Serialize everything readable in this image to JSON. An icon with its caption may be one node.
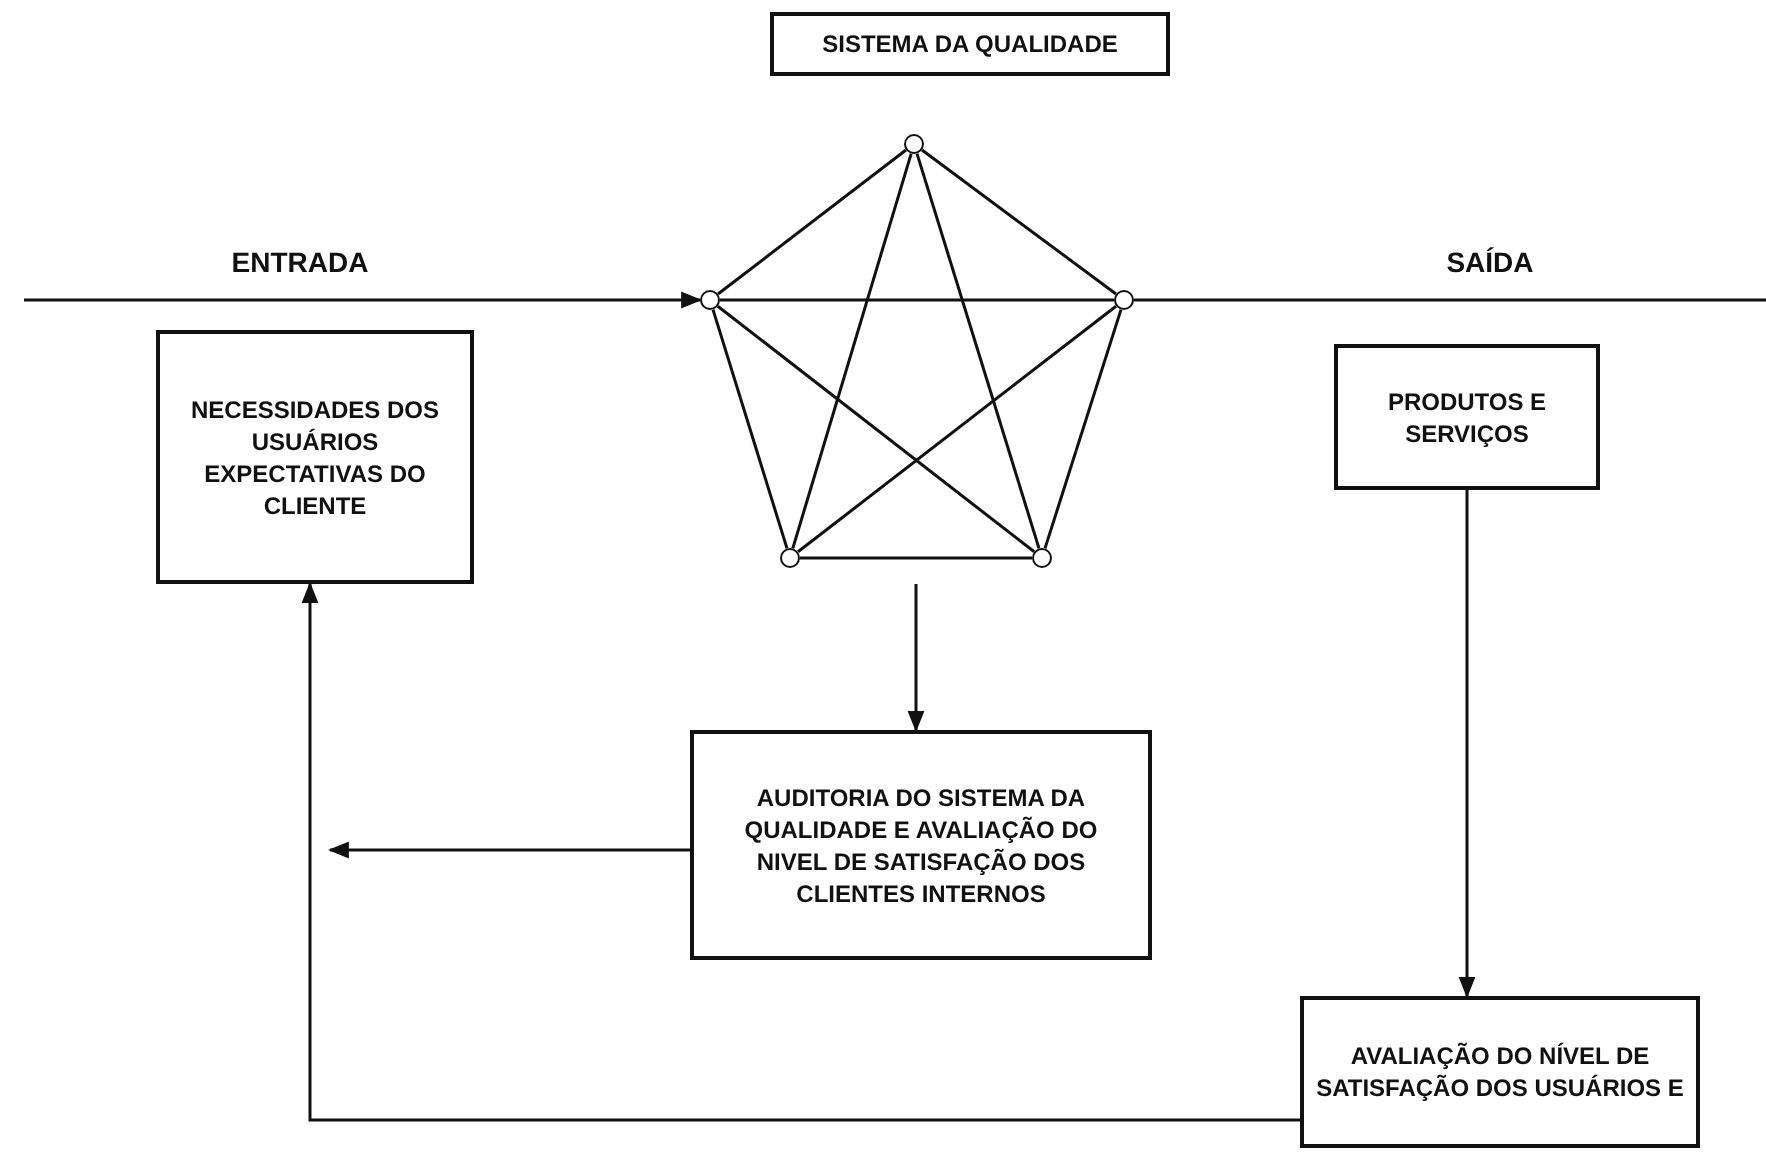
{
  "diagram": {
    "nodes": [
      {
        "text": [
          "SISTEMA DA QUALIDADE"
        ]
      },
      {
        "text": [],
        "shape": "circle"
      },
      {
        "text": [],
        "shape": "circle"
      },
      {
        "text": [],
        "shape": "circle"
      },
      {
        "text": [
          "NECESSIDADES DOS USUÁRIOS EXPECTATIVAS DO CLIENTE"
        ]
      },
      {
        "text": [
          "PRODUTOS E SERVIÇOS"
        ]
      },
      {
        "text": [],
        "shape": "circle"
      },
      {
        "text": [],
        "shape": "circle"
      },
      {
        "text": [
          "AUDITORIA DO SISTEMA DA QUALIDADE E AVALIAÇÃO DO NIVEL DE SATISFAÇÃO DOS CLIENTES INTERNOS"
        ]
      },
      {
        "text": [
          "AVALIAÇÃO DO NÍVEL DE SATISFAÇÃO DOS USUÁRIOS E"
        ]
      }
    ],
    "edges": [
      {
        "from": 1,
        "to": 2,
        "arrow": "none"
      },
      {
        "from": 1,
        "to": 3,
        "arrow": "none"
      },
      {
        "from": 1,
        "to": 6,
        "arrow": "none"
      },
      {
        "from": 1,
        "to": 7,
        "arrow": "none"
      },
      {
        "from": 2,
        "to": 3,
        "arrow": "none"
      },
      {
        "from": 2,
        "to": 6,
        "arrow": "none"
      },
      {
        "from": 2,
        "to": 7,
        "arrow": "none"
      },
      {
        "from": 3,
        "to": 6,
        "arrow": "none"
      },
      {
        "from": 3,
        "to": 7,
        "arrow": "none"
      },
      {
        "from": 6,
        "to": 7,
        "arrow": "none"
      },
      {
        "from": null,
        "to": 2,
        "arrow": "to",
        "label": "ENTRADA"
      },
      {
        "from": 3,
        "to": null,
        "arrow": "none",
        "label": "SAÍDA"
      },
      {
        "from": null,
        "to": 8,
        "arrow": "to"
      },
      {
        "from": 8,
        "to": null,
        "arrow": "to"
      },
      {
        "from": 5,
        "to": 9,
        "arrow": "to"
      },
      {
        "from": 9,
        "to": 4,
        "arrow": "to"
      }
    ]
  }
}
